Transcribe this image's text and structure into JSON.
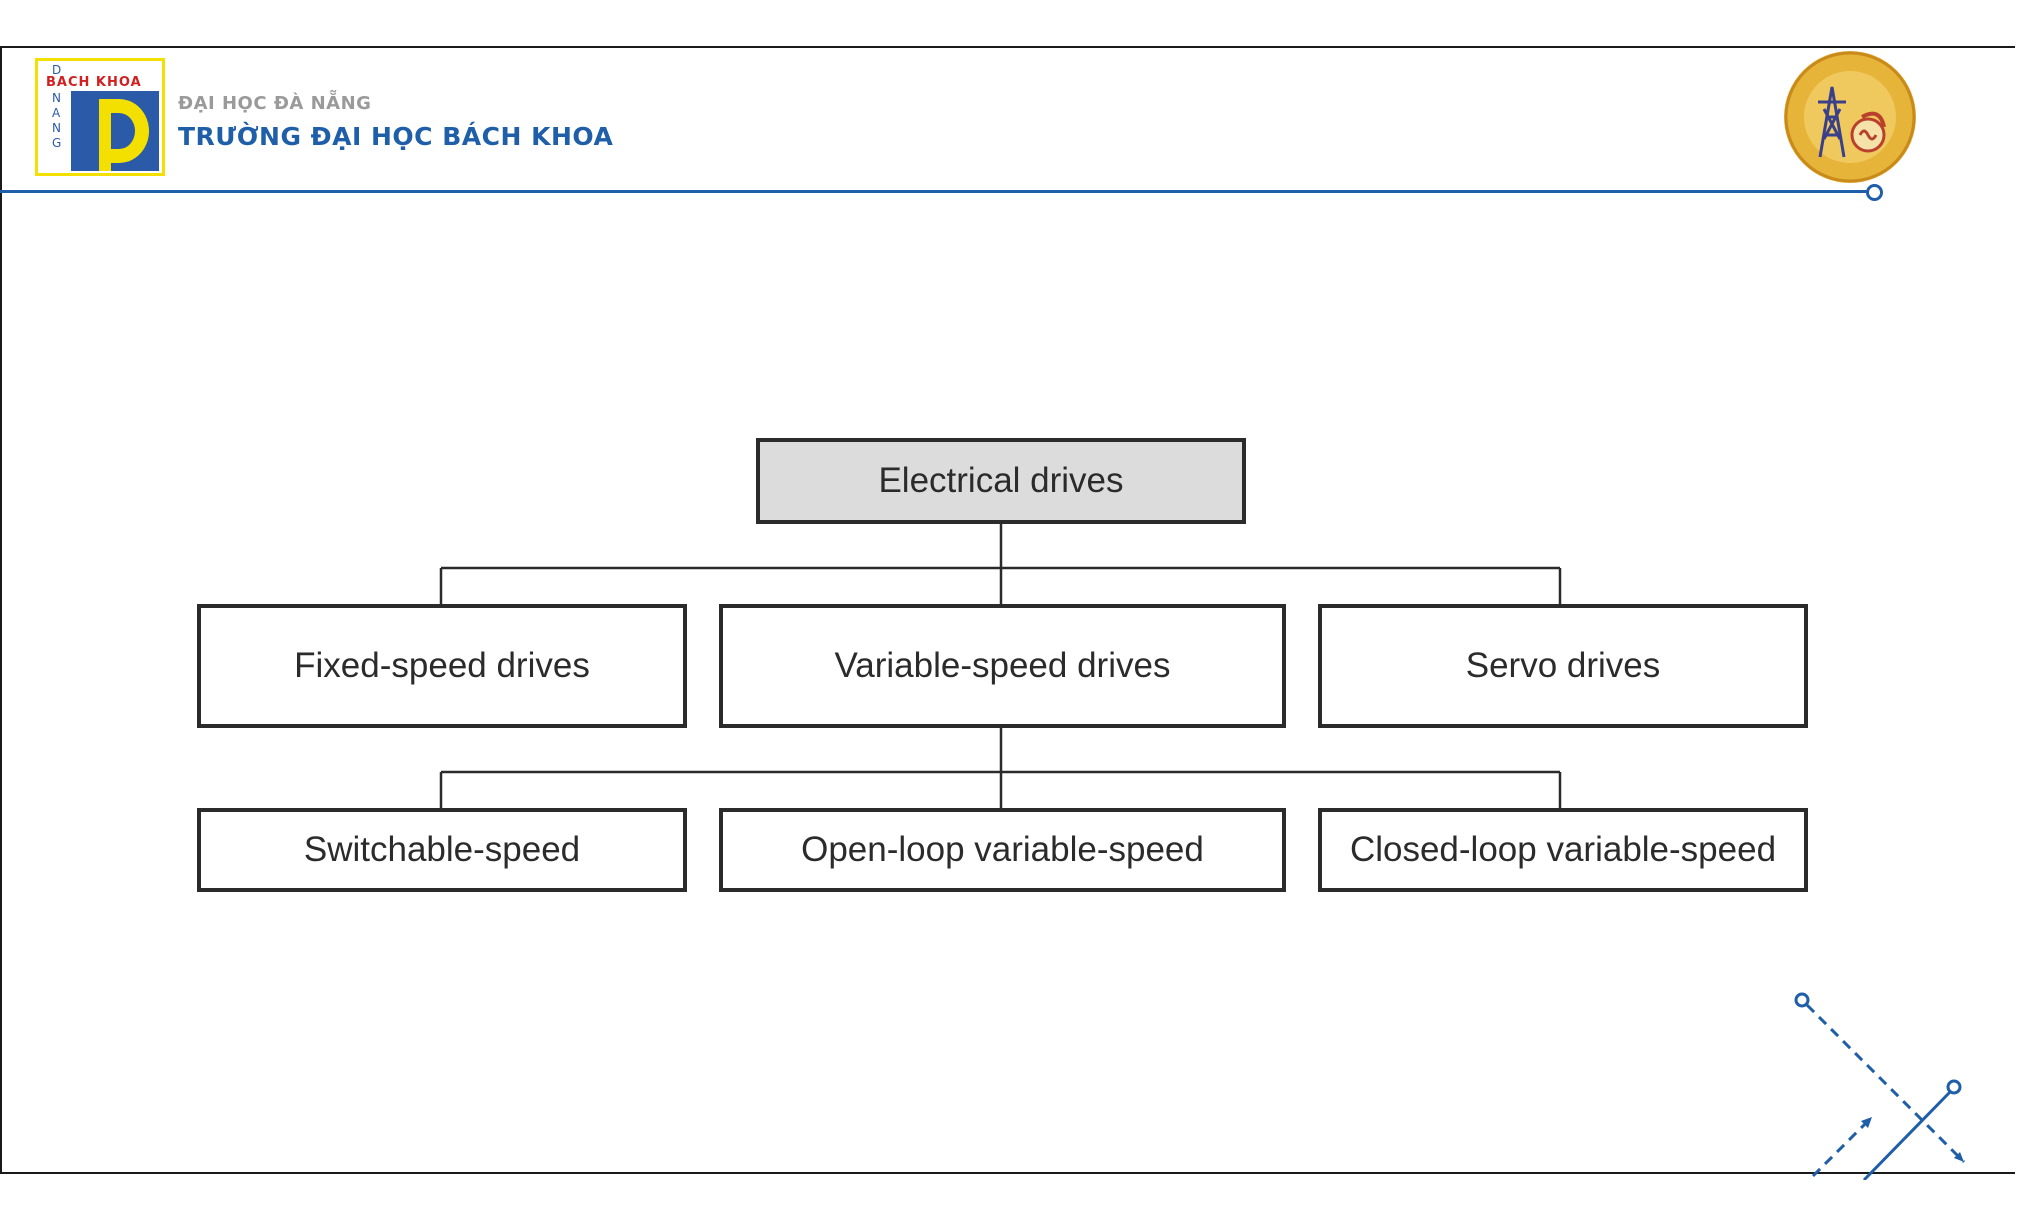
{
  "header": {
    "university": "ĐẠI HỌC ĐÀ NẴNG",
    "school": "TRƯỜNG ĐẠI HỌC BÁCH KHOA",
    "logo": {
      "brand_text": "BACH KHOA",
      "side_letters": [
        "D",
        "N",
        "A",
        "N",
        "G"
      ]
    },
    "seal_icon": "khoa-dien-seal-icon"
  },
  "colors": {
    "accent_blue": "#1f5ea8",
    "logo_yellow": "#f4e000",
    "logo_red": "#d02020",
    "root_fill": "#dcdcdc",
    "box_stroke": "#2b2b2b"
  },
  "diagram": {
    "root": "Electrical drives",
    "level1": [
      "Fixed-speed drives",
      "Variable-speed drives",
      "Servo drives"
    ],
    "level2": [
      "Switchable-speed",
      "Open-loop variable-speed",
      "Closed-loop variable-speed"
    ]
  }
}
